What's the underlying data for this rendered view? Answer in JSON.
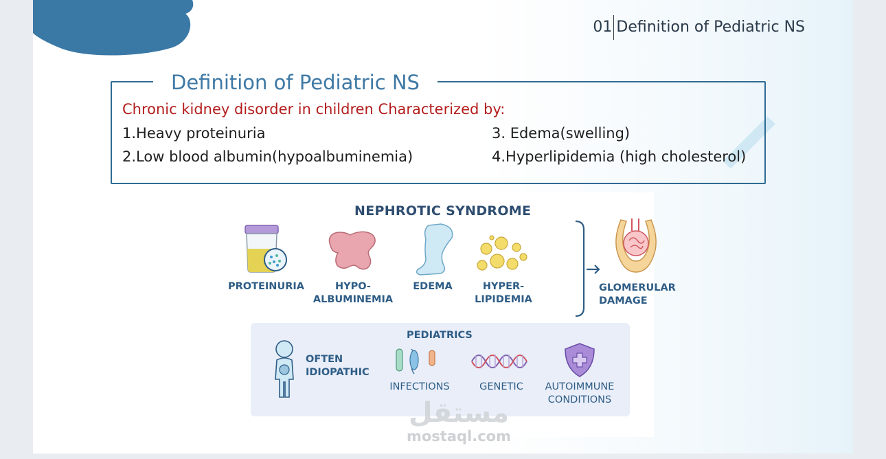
{
  "header": {
    "number": "01",
    "title": "Definition of Pediatric NS"
  },
  "definition": {
    "title": "Definition of Pediatric NS",
    "subtitle": "Chronic kidney disorder in children Characterized by:",
    "items": [
      "1.Heavy proteinuria",
      "2.Low blood albumin(hypoalbuminemia)",
      "3. Edema(swelling)",
      "4.Hyperlipidemia (high cholesterol)"
    ]
  },
  "illustration": {
    "title": "NEPHROTIC SYNDROME",
    "features": [
      {
        "label_lines": [
          "PROTEINURIA"
        ],
        "icon": "urine-cup-icon"
      },
      {
        "label_lines": [
          "HYPO-",
          "ALBUMINEMIA"
        ],
        "icon": "albumin-blob-icon"
      },
      {
        "label_lines": [
          "EDEMA"
        ],
        "icon": "swollen-leg-icon"
      },
      {
        "label_lines": [
          "HYPER-",
          "LIPIDEMIA"
        ],
        "icon": "lipid-droplets-icon"
      }
    ],
    "result": {
      "label_lines": [
        "GLOMERULAR",
        "DAMAGE"
      ],
      "icon": "glomerulus-icon"
    },
    "pediatrics": {
      "title": "PEDIATRICS",
      "child_label_lines": [
        "OFTEN",
        "IDIOPATHIC"
      ],
      "causes": [
        {
          "label_lines": [
            "INFECTIONS"
          ],
          "icon": "bacteria-icon"
        },
        {
          "label_lines": [
            "GENETIC"
          ],
          "icon": "dna-icon"
        },
        {
          "label_lines": [
            "AUTOIMMUNE",
            "CONDITIONS"
          ],
          "icon": "shield-cross-icon"
        }
      ]
    }
  },
  "watermark": {
    "arabic": "مستقل",
    "latin": "mostaql.com"
  },
  "colors": {
    "accent_blue": "#3a78a6",
    "definition_red": "#b41d1d",
    "panel_bg": "#e9eef9"
  }
}
